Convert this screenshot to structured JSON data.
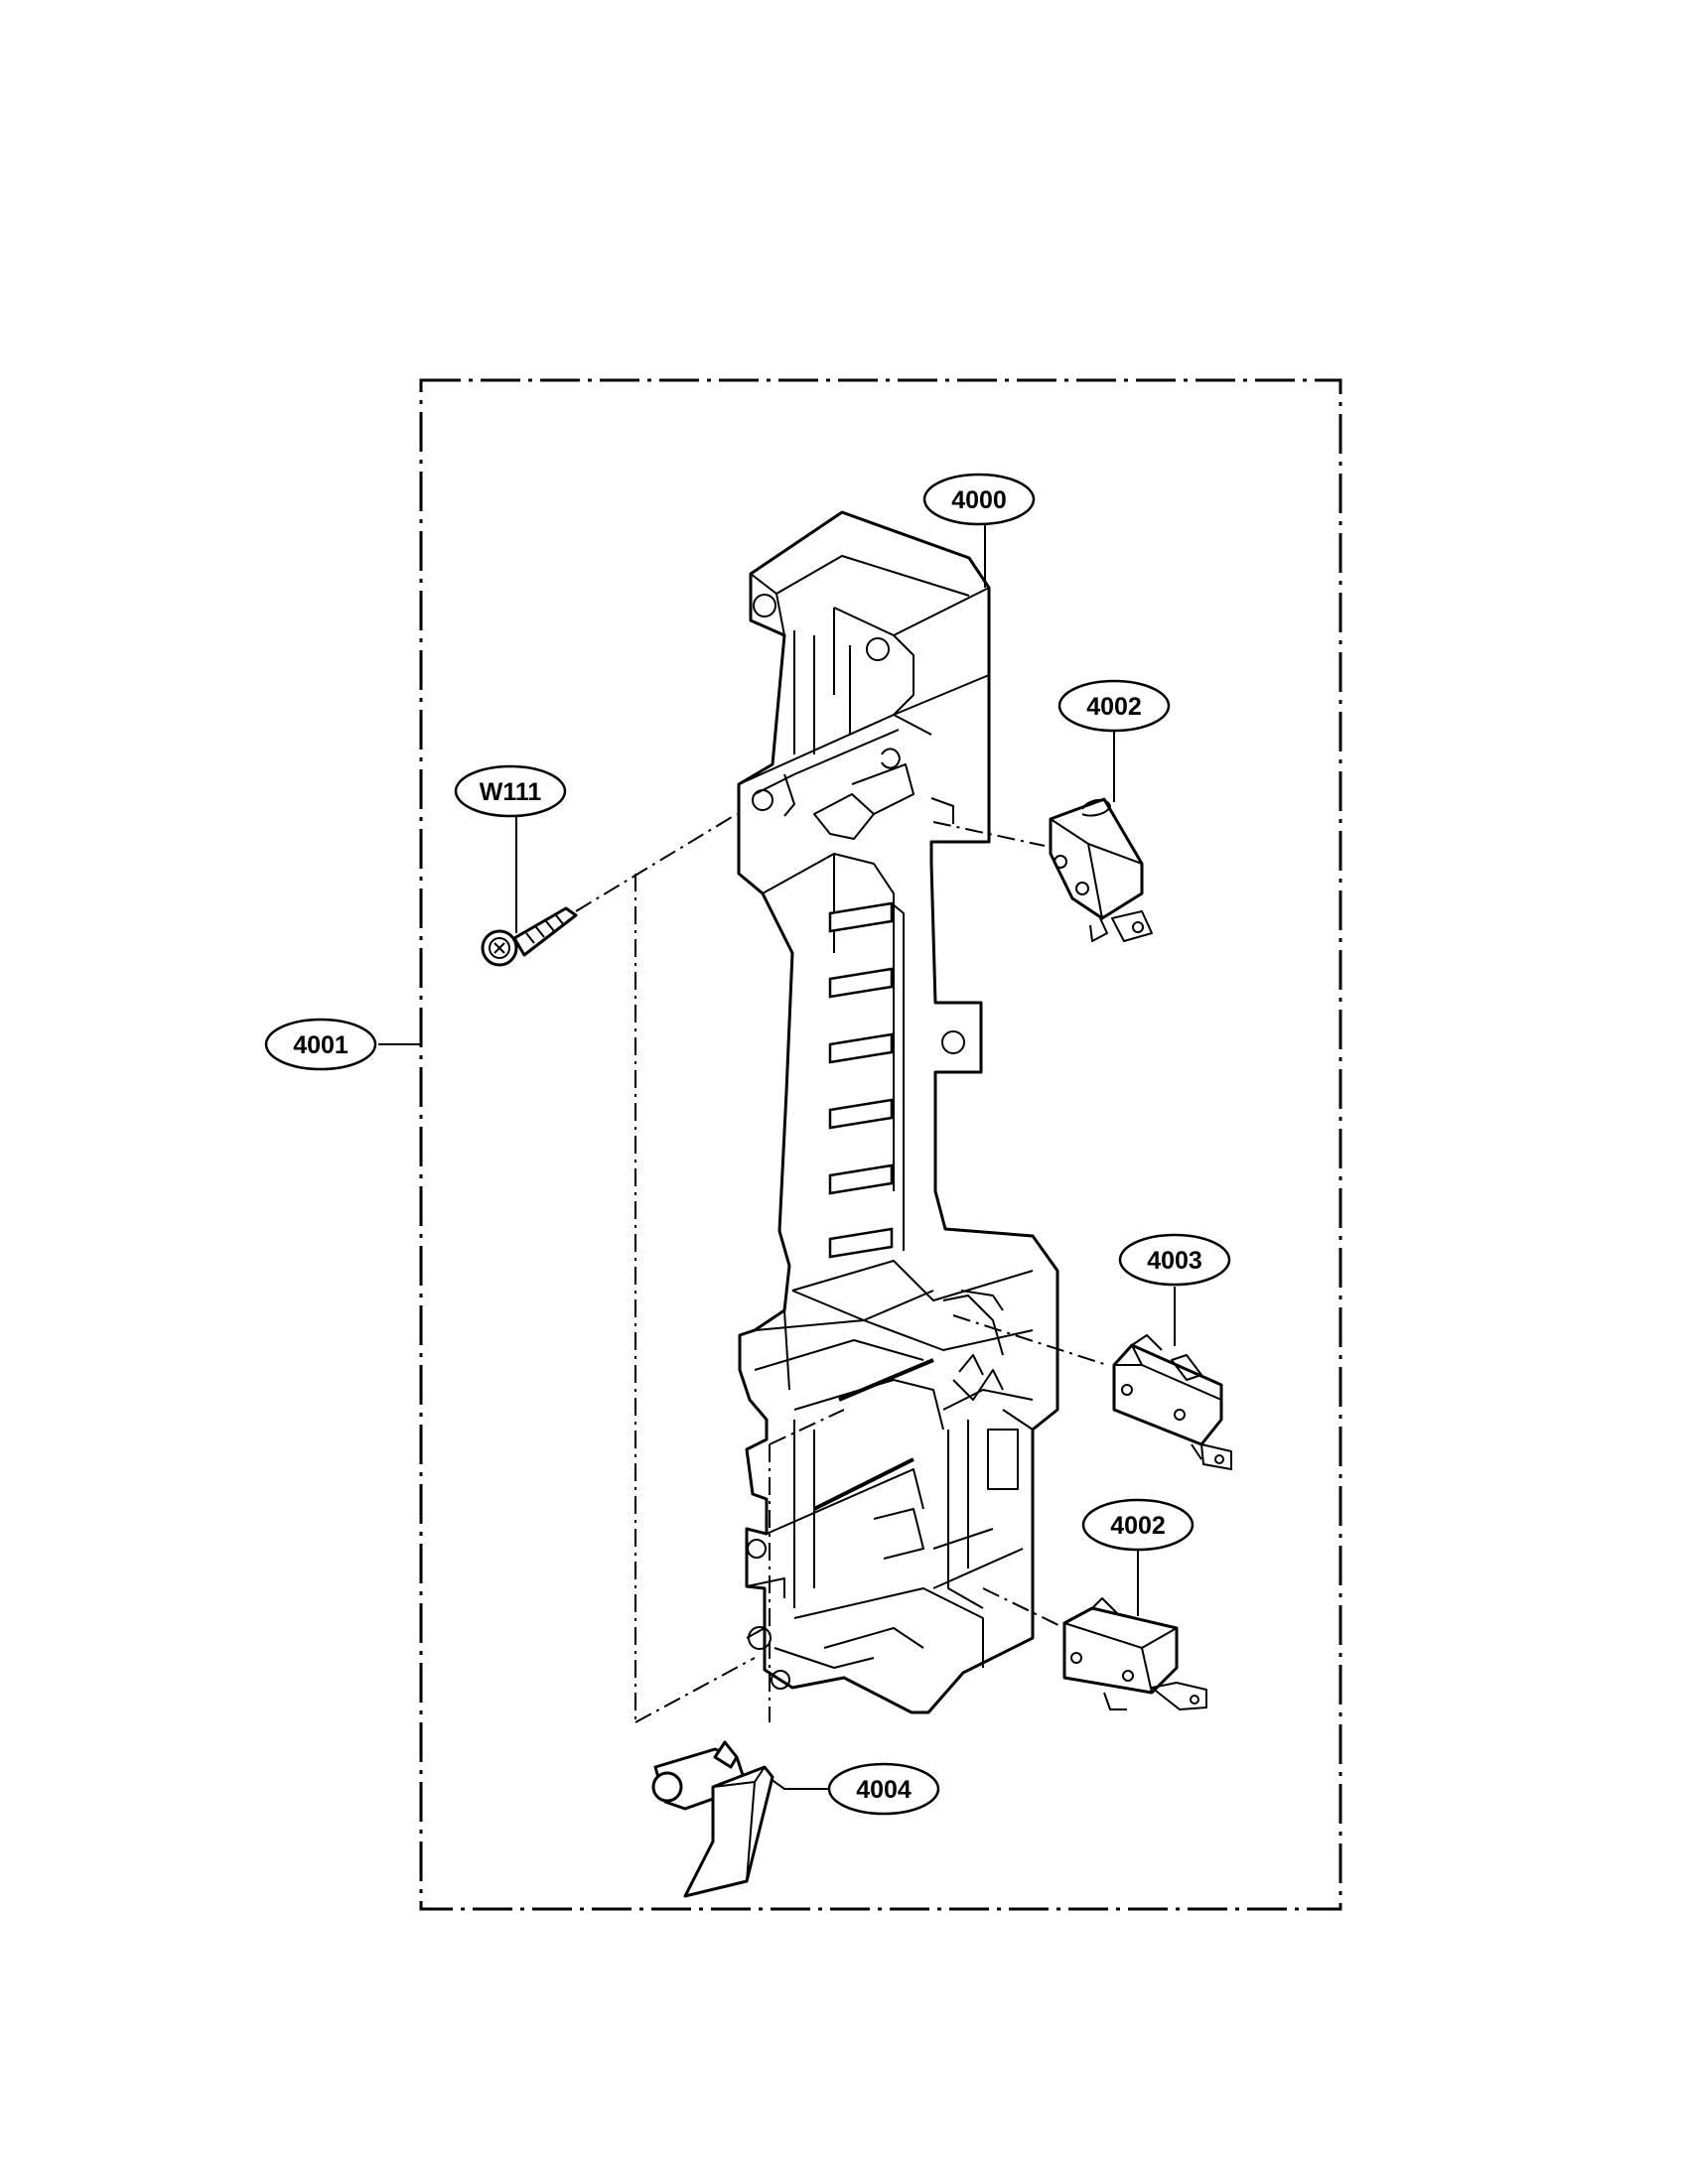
{
  "diagram": {
    "callouts": {
      "main_bracket": "4000",
      "assembly": "4001",
      "switch_top": "4002",
      "switch_middle": "4003",
      "switch_bottom": "4002",
      "lever": "4004",
      "screw": "W111"
    },
    "colors": {
      "ink": "#000000",
      "paper": "#ffffff"
    }
  }
}
